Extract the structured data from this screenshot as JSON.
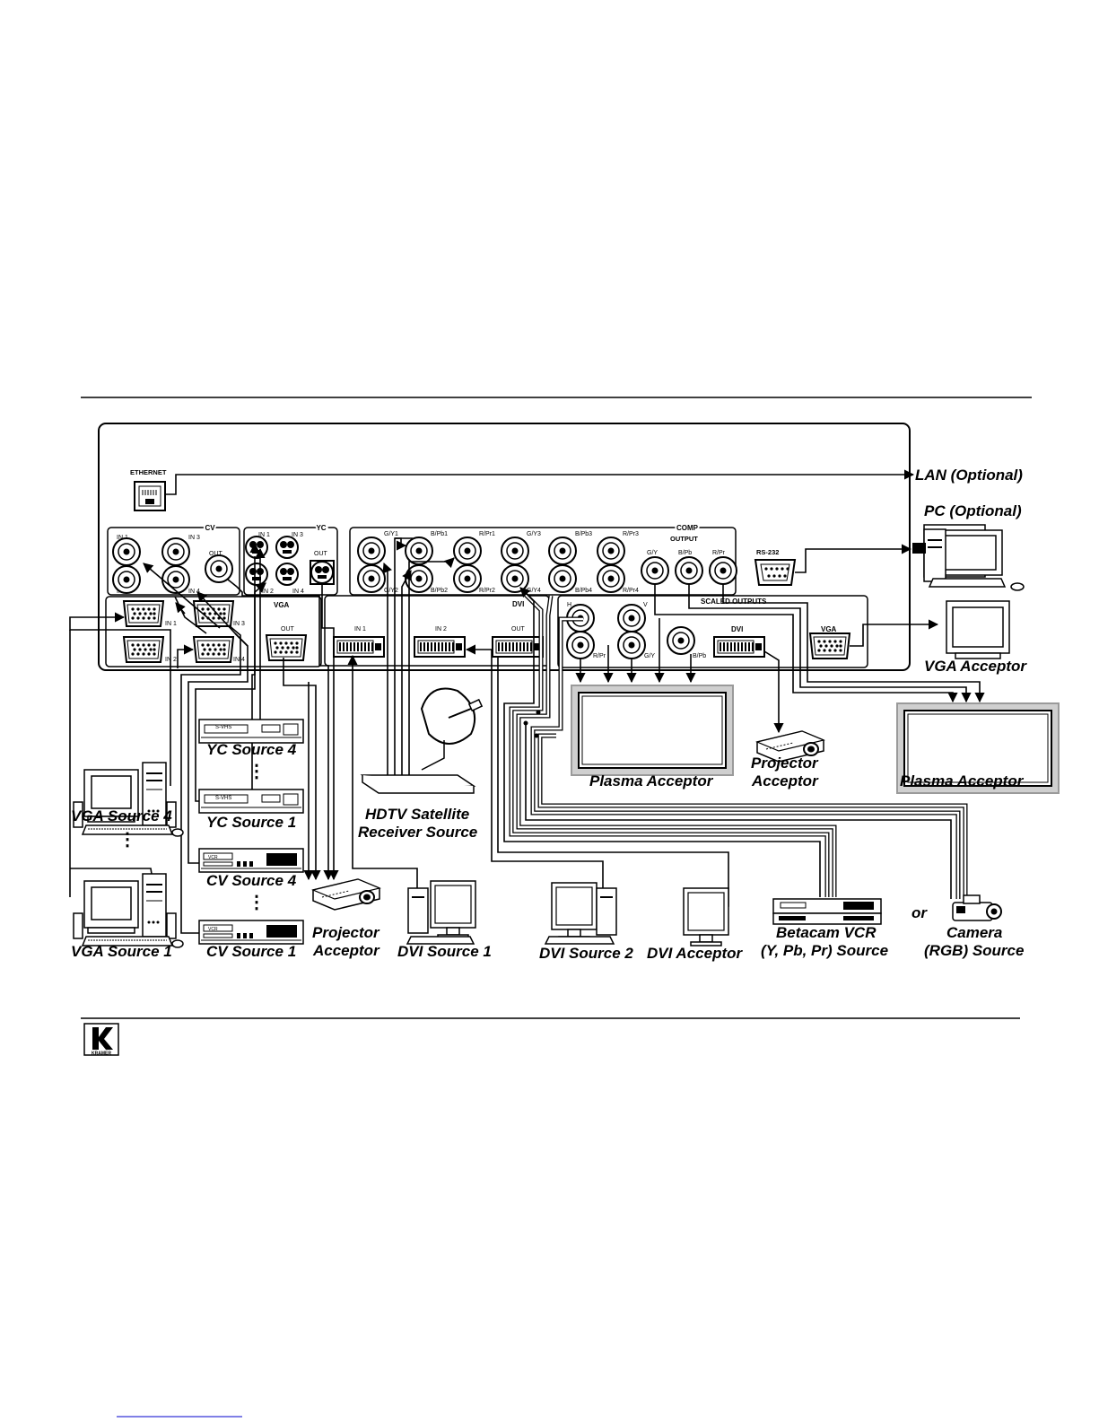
{
  "panel": {
    "ethernet_label": "ETHERNET",
    "rs232_label": "RS-232",
    "cv": {
      "title": "CV",
      "in1": "IN 1",
      "in2": "IN 2",
      "in3": "IN 3",
      "in4": "IN 4",
      "out": "OUT"
    },
    "yc": {
      "title": "YC",
      "in1": "IN 1",
      "in2": "IN 2",
      "in3": "IN 3",
      "in4": "IN 4",
      "out": "OUT"
    },
    "vga_in": {
      "title": "VGA",
      "in1": "IN 1",
      "in2": "IN 2",
      "in3": "IN 3",
      "in4": "IN 4",
      "out": "OUT"
    },
    "comp": {
      "title": "COMP",
      "output_label": "OUTPUT",
      "top_row": [
        "G/Y1",
        "B/Pb1",
        "R/Pr1",
        "G/Y3",
        "B/Pb3",
        "R/Pr3"
      ],
      "bottom_row": [
        "G/Y2",
        "B/Pb2",
        "R/Pr2",
        "G/Y4",
        "B/Pb4",
        "R/Pr4"
      ],
      "outputs": [
        "G/Y",
        "B/Pb",
        "R/Pr"
      ]
    },
    "dvi_in": {
      "title": "DVI",
      "in1": "IN 1",
      "in2": "IN 2",
      "out": "OUT"
    },
    "scaled": {
      "title": "SCALED OUTPUTS",
      "h": "H",
      "v": "V",
      "rpr": "R/Pr",
      "gy": "G/Y",
      "bpb": "B/Pb",
      "dvi": "DVI",
      "vga": "VGA"
    }
  },
  "labels": {
    "lan": "LAN (Optional)",
    "pc": "PC (Optional)",
    "vga_acceptor": "VGA Acceptor",
    "plasma_acceptor_1": "Plasma Acceptor",
    "projector_acceptor_right_1": "Projector",
    "projector_acceptor_right_2": "Acceptor",
    "plasma_acceptor_2": "Plasma Acceptor",
    "yc_source_4": "YC Source 4",
    "yc_source_1": "YC Source 1",
    "cv_source_4": "CV Source 4",
    "cv_source_1": "CV Source 1",
    "vga_source_4": "VGA Source 4",
    "vga_source_1": "VGA Source 1",
    "hdtv_1": "HDTV Satellite",
    "hdtv_2": "Receiver Source",
    "projector_acceptor_left_1": "Projector",
    "projector_acceptor_left_2": "Acceptor",
    "dvi_source_1": "DVI Source 1",
    "dvi_source_2": "DVI Source 2",
    "dvi_acceptor": "DVI Acceptor",
    "betacam_1": "Betacam VCR",
    "betacam_2": "(Y, Pb, Pr) Source",
    "or": "or",
    "camera_1": "Camera",
    "camera_2": "(RGB) Source",
    "vcr_svhs": "S-VHS",
    "vcr_vcr": "VCR",
    "ellipsis": "⋮"
  },
  "logo": {
    "text": "KRAMER"
  }
}
